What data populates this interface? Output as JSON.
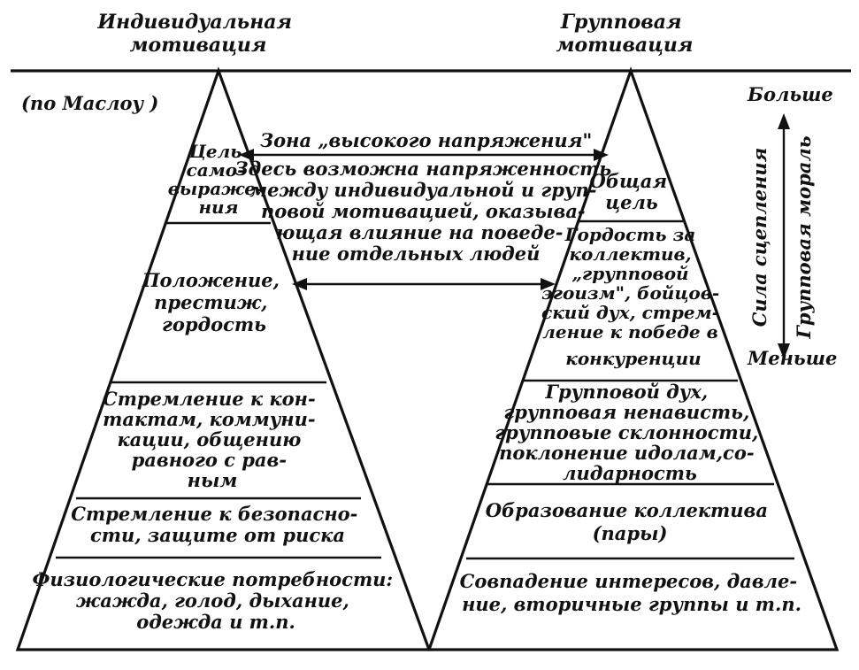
{
  "header": {
    "left": [
      "Индивидуальная",
      "мотивация"
    ],
    "right": [
      "Групповая",
      "мотивация"
    ]
  },
  "note_maslow": "(по Маслоу )",
  "left_levels": {
    "self_expression": [
      "Цель",
      "само-",
      "выраже-",
      "ния"
    ],
    "status": [
      "Положение,",
      "престиж,",
      "гордость"
    ],
    "contact": [
      "Стремление к кон-",
      "тактам, коммуни-",
      "кации, общению",
      "равного с рав-",
      "ным"
    ],
    "safety": [
      "Стремление к безопасно-",
      "сти, защите от риска"
    ],
    "physiological": [
      "Физиологические потребности:",
      "жажда, голод, дыхание,",
      "одежда и т.п."
    ]
  },
  "right_levels": {
    "common_goal": [
      "Общая",
      "цель"
    ],
    "pride": [
      "Гордость за",
      "коллектив,",
      "„групповой",
      "эгоизм\", бойцов-",
      "ский дух, стрем-",
      "ление к победе в",
      "конкуренции"
    ],
    "group_spirit": [
      "Групповой дух,",
      "групповая ненависть,",
      "групповые склонности,",
      "поклонение идолам,со-",
      "лидарность"
    ],
    "collective": [
      "Образование коллектива",
      "(пары)"
    ],
    "coincidence": [
      "Совпадение интересов, давле-",
      "ние, вторичные группы и т.п."
    ]
  },
  "tension": {
    "title": "Зона „высокого напряжения\"",
    "body": [
      "Здесь возможна напряженность",
      "между индивидуальной и груп-",
      "повой мотивацией, оказыва-",
      "ющая влияние на поведе-",
      "ние отдельных людей"
    ]
  },
  "scale": {
    "more": "Больше",
    "less": "Меньше",
    "cohesion": "Сила сцепления",
    "morale": "Групповая мораль"
  }
}
